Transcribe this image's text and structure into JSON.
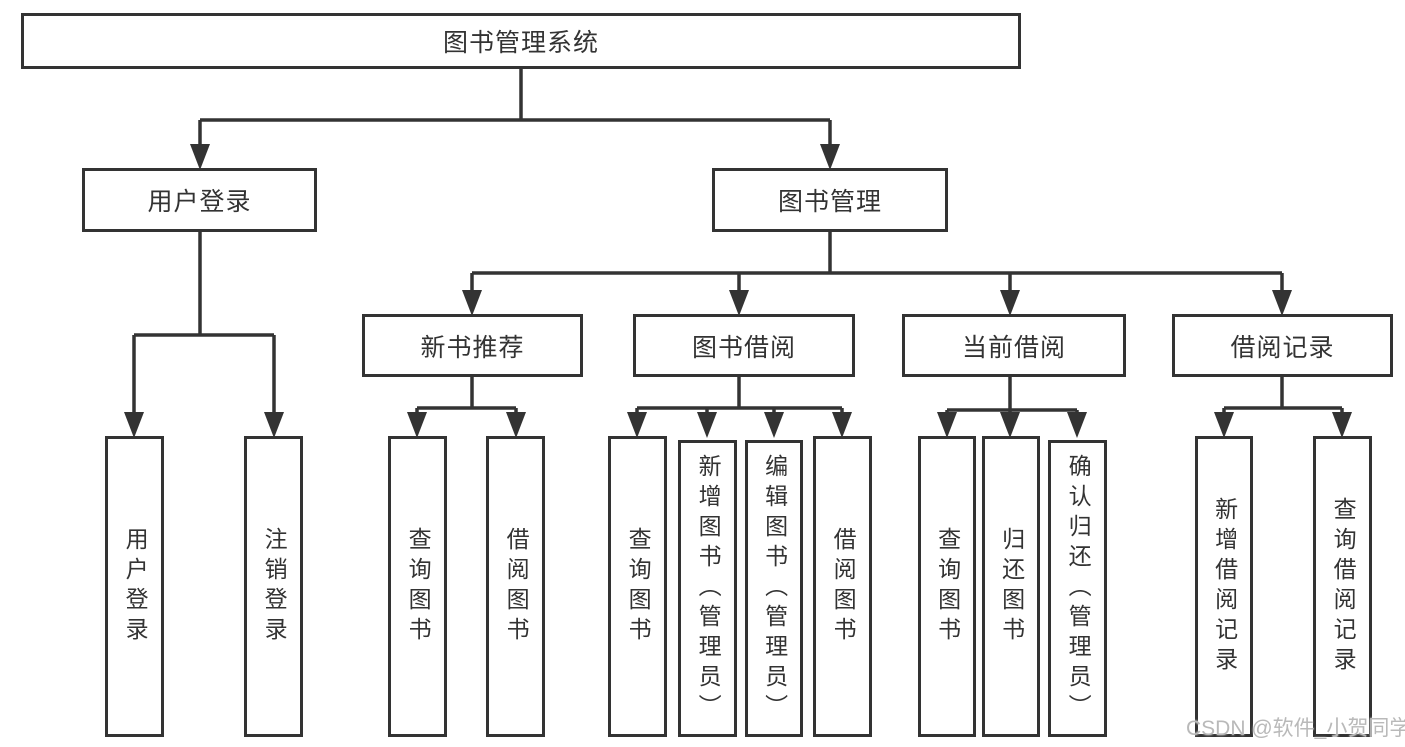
{
  "diagram": {
    "root": {
      "label": "图书管理系统",
      "children": [
        {
          "label": "用户登录",
          "children": [
            {
              "label": "用户登录"
            },
            {
              "label": "注销登录"
            }
          ]
        },
        {
          "label": "图书管理",
          "children": [
            {
              "label": "新书推荐",
              "children": [
                {
                  "label": "查询图书"
                },
                {
                  "label": "借阅图书"
                }
              ]
            },
            {
              "label": "图书借阅",
              "children": [
                {
                  "label": "查询图书"
                },
                {
                  "label": "新增图书（管理员）"
                },
                {
                  "label": "编辑图书（管理员）"
                },
                {
                  "label": "借阅图书"
                }
              ]
            },
            {
              "label": "当前借阅",
              "children": [
                {
                  "label": "查询图书"
                },
                {
                  "label": "归还图书"
                },
                {
                  "label": "确认归还（管理员）"
                }
              ]
            },
            {
              "label": "借阅记录",
              "children": [
                {
                  "label": "新增借阅记录"
                },
                {
                  "label": "查询借阅记录"
                }
              ]
            }
          ]
        }
      ]
    },
    "colors": {
      "line": "#333333",
      "box_border": "#333333",
      "box_background": "#ffffff",
      "text": "#333333",
      "watermark": "#b9b9b9",
      "background": "#ffffff"
    }
  },
  "watermark": {
    "text": "CSDN @软件_小贺同学"
  }
}
